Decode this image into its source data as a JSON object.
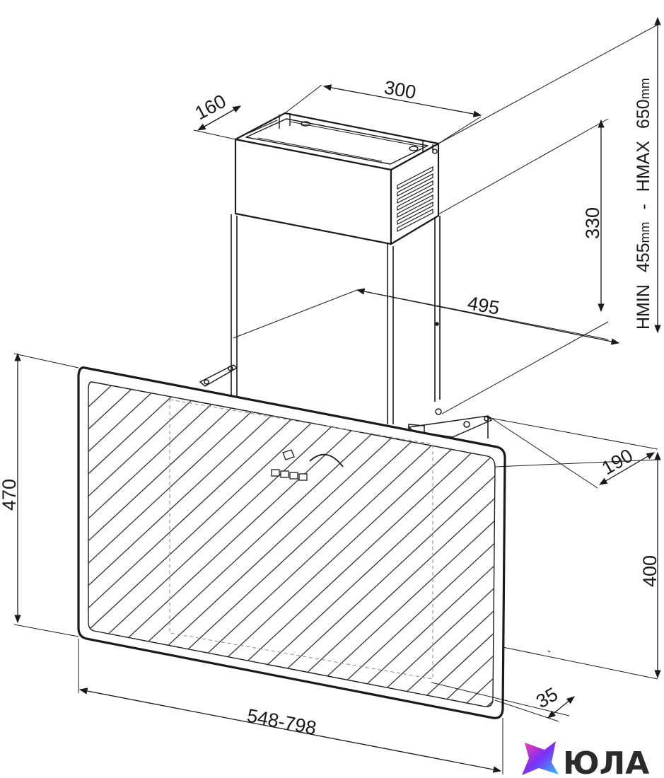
{
  "dimensions": {
    "d160": "160",
    "d300": "300",
    "d330": "330",
    "d495": "495",
    "d190": "190",
    "d470": "470",
    "d400": "400",
    "d35": "35",
    "d548_798": "548-798",
    "height_range": {
      "hmin": "HMIN",
      "min_value": "455",
      "min_unit": "mm",
      "separator": "-",
      "hmax": "HMAX",
      "max_value": "650",
      "max_unit": "mm"
    }
  },
  "logo": {
    "text": "ЮЛА",
    "colors": [
      "#7b2ff7",
      "#2ec5ff",
      "#ff3fa4"
    ]
  },
  "colors": {
    "line": "#1a1a1a",
    "hatch": "#333333"
  }
}
